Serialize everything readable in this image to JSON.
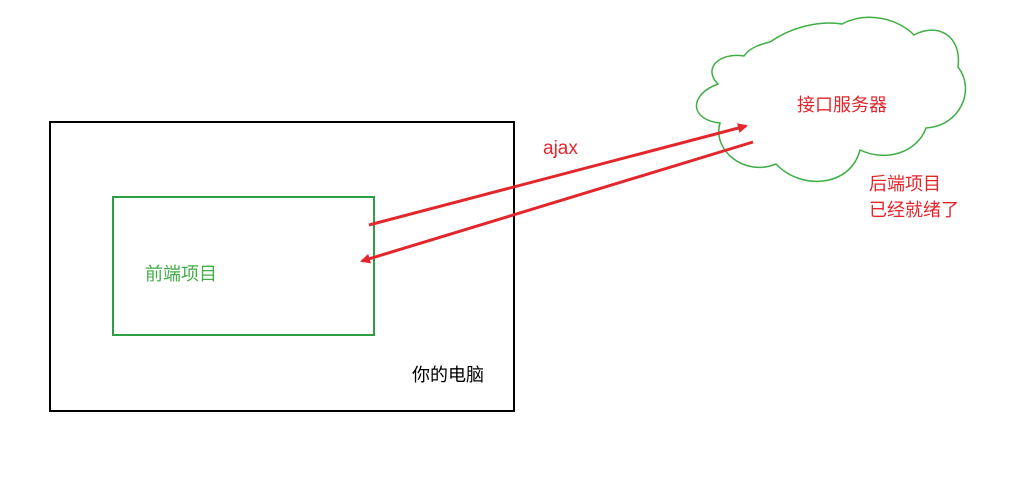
{
  "colors": {
    "computer_border": "#000000",
    "frontend_border": "#2ea043",
    "frontend_text": "#3fae45",
    "arrow": "#e3262c",
    "server_cloud": "#3fae45",
    "server_text": "#e3262c"
  },
  "computer": {
    "label": "你的电脑"
  },
  "frontend": {
    "label": "前端项目"
  },
  "connection": {
    "label": "ajax"
  },
  "server": {
    "label": "接口服务器",
    "note_line1": "后端项目",
    "note_line2": "已经就绪了"
  }
}
